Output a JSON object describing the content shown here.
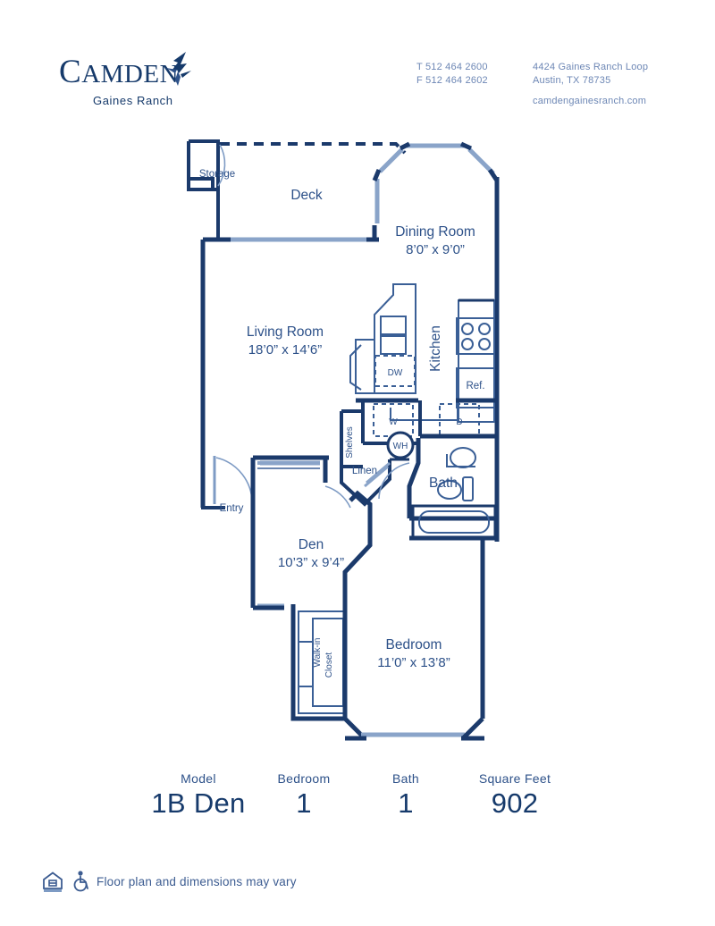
{
  "header": {
    "brand_name_part1": "C",
    "brand_name_part2": "AMDEN",
    "brand_name": "Camden",
    "brand_sub": "Gaines Ranch",
    "bird_icon": "hummingbird-icon",
    "phone": "T 512 464 2600",
    "fax": "F 512 464 2602",
    "address_line1": "4424 Gaines Ranch Loop",
    "address_line2": "Austin, TX 78735",
    "website": "camdengainesranch.com"
  },
  "plan": {
    "rooms": [
      {
        "name": "storage",
        "label": "Storage",
        "dim": ""
      },
      {
        "name": "deck",
        "label": "Deck",
        "dim": ""
      },
      {
        "name": "dining",
        "label": "Dining Room",
        "dim": "8’0” x 9’0”"
      },
      {
        "name": "living",
        "label": "Living Room",
        "dim": "18’0” x 14’6”"
      },
      {
        "name": "kitchen",
        "label": "Kitchen",
        "dim": ""
      },
      {
        "name": "bath",
        "label": "Bath",
        "dim": ""
      },
      {
        "name": "den",
        "label": "Den",
        "dim": "10’3” x 9’4”"
      },
      {
        "name": "bedroom",
        "label": "Bedroom",
        "dim": "11’0” x 13’8”"
      },
      {
        "name": "closet",
        "label": "Walk-in Closet",
        "dim": ""
      },
      {
        "name": "entry",
        "label": "Entry",
        "dim": ""
      },
      {
        "name": "linen",
        "label": "Linen",
        "dim": ""
      },
      {
        "name": "shelves",
        "label": "Shelves",
        "dim": ""
      }
    ],
    "fixtures": {
      "dishwasher": "DW",
      "refrigerator": "Ref.",
      "washer": "W",
      "dryer": "D",
      "water_heater": "WH"
    },
    "closet_label_line1": "Walk-in",
    "closet_label_line2": "Closet",
    "colors": {
      "wall": "#1b3a6b",
      "window": "#8aa4c9",
      "fixture": "#3a5f96",
      "label": "#2d5189"
    }
  },
  "summary": {
    "columns": [
      {
        "name": "model",
        "heading": "Model",
        "value": "1B Den"
      },
      {
        "name": "bedroom",
        "heading": "Bedroom",
        "value": "1"
      },
      {
        "name": "bath",
        "heading": "Bath",
        "value": "1"
      },
      {
        "name": "square-feet",
        "heading": "Square Feet",
        "value": "902"
      }
    ]
  },
  "footer": {
    "equal_housing_icon": "equal-housing-icon",
    "accessibility_icon": "wheelchair-accessible-icon",
    "disclaimer": "Floor plan and dimensions may vary"
  }
}
